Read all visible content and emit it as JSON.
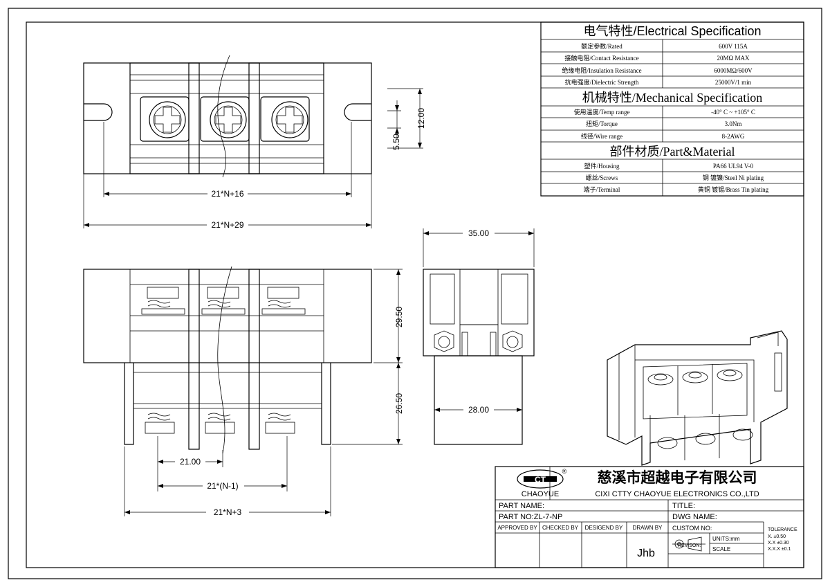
{
  "electrical": {
    "header": "电气特性/Electrical Specification",
    "rows": [
      {
        "label": "额定参数/Rated",
        "value": "600V 115A"
      },
      {
        "label": "接触电阻/Contact Resistance",
        "value": "20MΩ MAX"
      },
      {
        "label": "绝缘电阻/Insulation Resistance",
        "value": "6000MΩ/600V"
      },
      {
        "label": "抗电强度/Dielectric Strength",
        "value": "25000V/1 min"
      }
    ]
  },
  "mechanical": {
    "header": "机械特性/Mechanical Specification",
    "rows": [
      {
        "label": "使用温度/Temp range",
        "value": "-40° C ~ +105° C"
      },
      {
        "label": "扭矩/Torque",
        "value": "3.0Nm"
      },
      {
        "label": "线径/Wire range",
        "value": "8-2AWG"
      }
    ]
  },
  "material": {
    "header": "部件材质/Part&Material",
    "rows": [
      {
        "label": "塑件/Housing",
        "value": "PA66 UL94 V-0"
      },
      {
        "label": "螺丝/Screws",
        "value": "钢 镀镍/Steel Ni plating"
      },
      {
        "label": "端子/Terminal",
        "value": "黄铜 镀锡/Brass Tin  plating"
      }
    ]
  },
  "dimensions": {
    "top_height": "12.00",
    "top_slot": "5.50",
    "top_inner": "21*N+16",
    "top_overall": "21*N+29",
    "side_width": "35.00",
    "side_base": "28.00",
    "front_upper": "29.50",
    "front_lower": "26.50",
    "pitch": "21.00",
    "pitch_n": "21*(N-1)",
    "front_overall": "21*N+3"
  },
  "title_block": {
    "logo_mark": "CT",
    "logo_reg": "®",
    "brand": "CHAOYUE",
    "company_cn": "慈溪市超越电子有限公司",
    "company_en": "CIXI CTTY CHAOYUE ELECTRONICS CO.,LTD",
    "part_name_label": "PART NAME:",
    "title_label": "TITLE:",
    "part_no_label": "PART NO:ZL-7-NP",
    "dwg_name_label": "DWG NAME:",
    "approved_by": "APPROVED BY",
    "checked_by": "CHECKED BY",
    "designed_by": "DESIGEND BY",
    "drawn_by": "DRAWN BY",
    "custom_no": "CUSTOM NO:",
    "units": "UNITS:mm",
    "revision": "REVISON:",
    "scale": "SCALE",
    "drawer": "Jhb",
    "tolerance": "TOLERANCE",
    "tol_x": "X.    ±0.50",
    "tol_xx": "X.X    ±0.30",
    "tol_xxx": "X.X.X ±0.1"
  }
}
